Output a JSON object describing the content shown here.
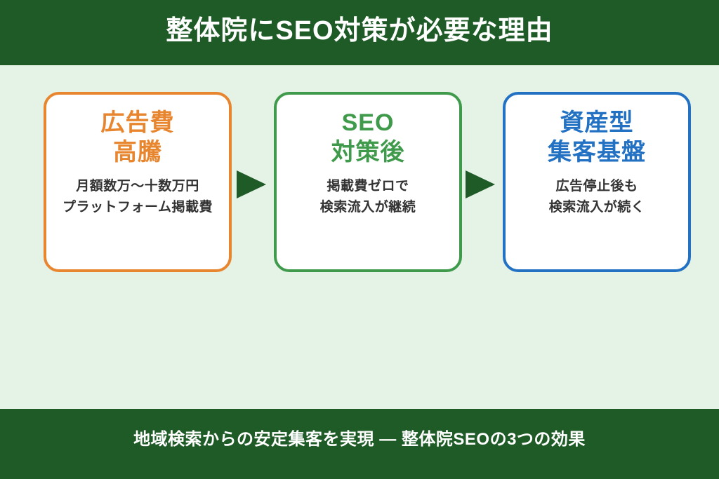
{
  "header": {
    "title": "整体院にSEO対策が必要な理由"
  },
  "footer": {
    "caption": "地域検索からの安定集客を実現 — 整体院SEOの3つの効果"
  },
  "cards": [
    {
      "title_line1": "広告費",
      "title_line2": "高騰",
      "body_line1": "月額数万〜十数万円",
      "body_line2": "プラットフォーム掲載費",
      "accent": "#E8862F"
    },
    {
      "title_line1": "SEO",
      "title_line2": "対策後",
      "body_line1": "掲載費ゼロで",
      "body_line2": "検索流入が継続",
      "accent": "#3F9B4B"
    },
    {
      "title_line1": "資産型",
      "title_line2": "集客基盤",
      "body_line1": "広告停止後も",
      "body_line2": "検索流入が続く",
      "accent": "#2271C3"
    }
  ],
  "colors": {
    "band_green": "#1E5B27",
    "background_light_green": "#E5F2E6",
    "card_background": "#FFFFFF",
    "body_text": "#333333",
    "arrow": "#1E5B27",
    "header_text": "#FFFFFF"
  }
}
